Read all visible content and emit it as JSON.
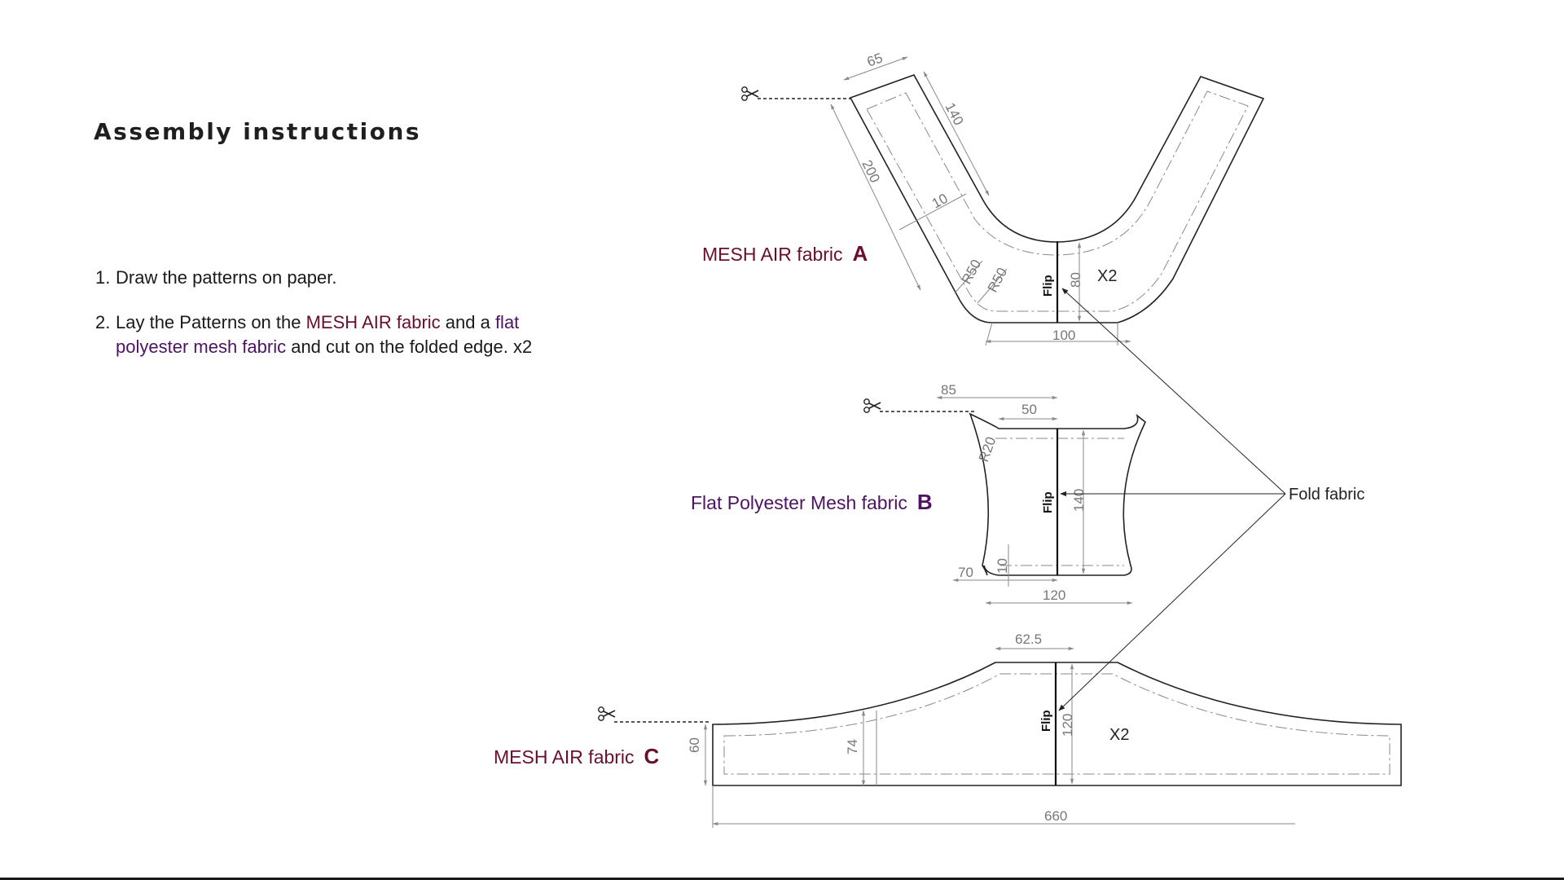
{
  "header": {
    "title": "Assembly instructions"
  },
  "steps": [
    {
      "num": "1.",
      "text": "Draw the patterns on paper."
    },
    {
      "num": "2.",
      "text_before": "Lay the Patterns on the ",
      "mesh": "MESH AIR fabric",
      "text_mid": " and a ",
      "flat": "flat polyester mesh fabric",
      "text_after": " and cut on the folded edge. x2"
    }
  ],
  "pieces": {
    "a": {
      "name": "MESH AIR fabric",
      "letter": "A",
      "qty": "X2",
      "dims": {
        "top": "65",
        "side": "140",
        "long": "200",
        "seam": "10",
        "r1": "R50",
        "r2": "R50",
        "height": "80",
        "bottom": "100"
      }
    },
    "b": {
      "name": "Flat Polyester Mesh fabric",
      "letter": "B",
      "dims": {
        "top_outer": "85",
        "top_inner": "50",
        "radius": "R20",
        "height": "140",
        "left": "70",
        "seam": "10",
        "bottom": "120"
      }
    },
    "c": {
      "name": "MESH AIR fabric",
      "letter": "C",
      "qty": "X2",
      "dims": {
        "top": "62.5",
        "end_height": "60",
        "mid_height": "74",
        "center_height": "120",
        "length": "660"
      }
    }
  },
  "flip_label": "Flip",
  "fold_label": "Fold fabric",
  "colors": {
    "mesh_air": "#6a0f2b",
    "flat_polyester": "#4e1363",
    "line": "#222222",
    "dimension": "#8a8a8a"
  },
  "icons": [
    "scissors-icon"
  ]
}
